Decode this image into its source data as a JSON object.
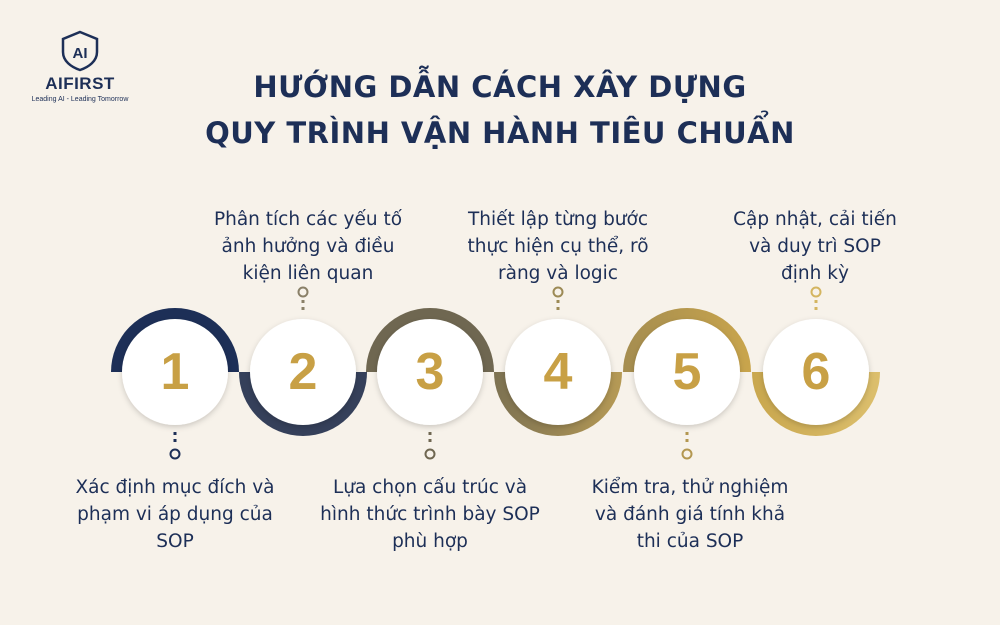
{
  "logo": {
    "mark": "AI",
    "brand": "AIFIRST",
    "tagline": "Leading AI - Leading Tomorrow"
  },
  "title": {
    "line1": "HƯỚNG DẪN CÁCH XÂY DỰNG",
    "line2": "QUY TRÌNH VẬN HÀNH TIÊU CHUẨN"
  },
  "colors": {
    "navy": "#1d2f57",
    "olive": "#6f6751",
    "gold": "#c8a045",
    "background": "#f7f2ea"
  },
  "steps": [
    {
      "number": "1",
      "text": "Xác định mục đích và phạm vi áp dụng của SOP"
    },
    {
      "number": "2",
      "text": "Phân tích các yếu tố ảnh hưởng và điều kiện liên quan"
    },
    {
      "number": "3",
      "text": "Lựa chọn cấu trúc và hình thức trình bày SOP phù hợp"
    },
    {
      "number": "4",
      "text": "Thiết lập từng bước thực hiện cụ thể, rõ ràng và logic"
    },
    {
      "number": "5",
      "text": "Kiểm tra, thử nghiệm và đánh giá tính khả thi của SOP"
    },
    {
      "number": "6",
      "text": "Cập nhật, cải tiến và duy trì SOP định kỳ"
    }
  ]
}
